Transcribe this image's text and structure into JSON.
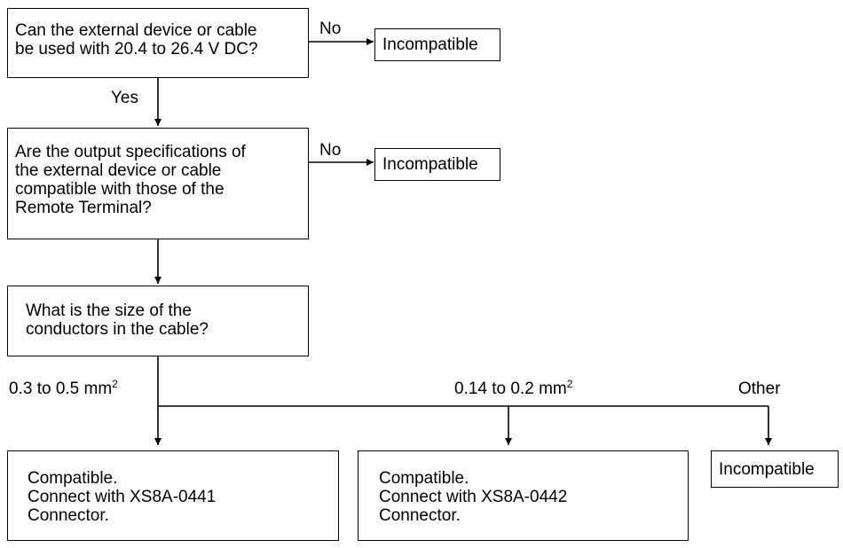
{
  "decisions": {
    "voltage": {
      "lines": [
        "Can the external device or cable",
        "be used with 20.4 to 26.4 V DC?"
      ],
      "no_label": "No",
      "yes_label": "Yes",
      "result": "Incompatible"
    },
    "output_spec": {
      "lines": [
        "Are the output specifications of",
        "the external device or cable",
        "compatible with those of the",
        "Remote Terminal?"
      ],
      "no_label": "No",
      "result": "Incompatible"
    },
    "conductor_size": {
      "lines": [
        "What is the size of the",
        "conductors in the cable?"
      ]
    }
  },
  "branches": {
    "size_a": {
      "label": "0.3 to 0.5 mm",
      "sup": "2",
      "result_lines": [
        "Compatible.",
        "Connect with XS8A-0441",
        "Connector."
      ]
    },
    "size_b": {
      "label": "0.14 to 0.2 mm",
      "sup": "2",
      "result_lines": [
        "Compatible.",
        "Connect with XS8A-0442",
        "Connector."
      ]
    },
    "other": {
      "label": "Other",
      "result": "Incompatible"
    }
  }
}
